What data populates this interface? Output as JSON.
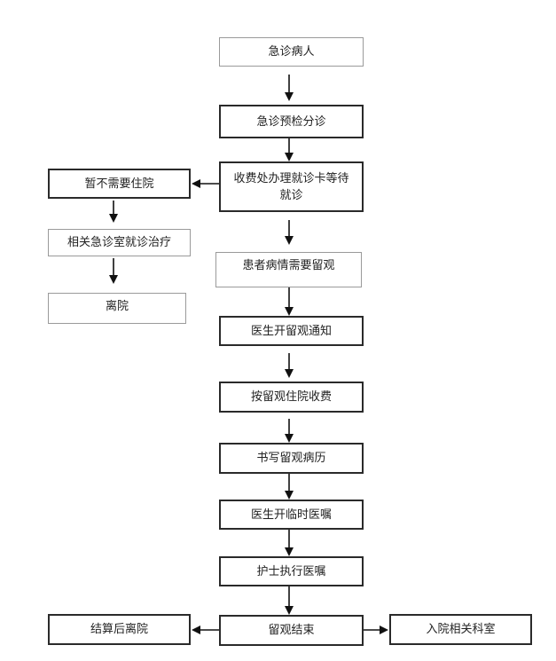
{
  "nodes": {
    "emergency_patient": "急诊病人",
    "triage": "急诊预检分诊",
    "registration": "收费处办理就诊卡等待就诊",
    "no_admission": "暂不需要住院",
    "clinic_treatment": "相关急诊室就诊治疗",
    "discharge": "离院",
    "needs_observation": "患者病情需要留观",
    "observation_notice": "医生开留观通知",
    "observation_fee": "按留观住院收费",
    "write_record": "书写留观病历",
    "temporary_order": "医生开临时医嘱",
    "nurse_execute": "护士执行医嘱",
    "observation_end": "留观结束",
    "settle_discharge": "结算后离院",
    "admit_department": "入院相关科室"
  }
}
